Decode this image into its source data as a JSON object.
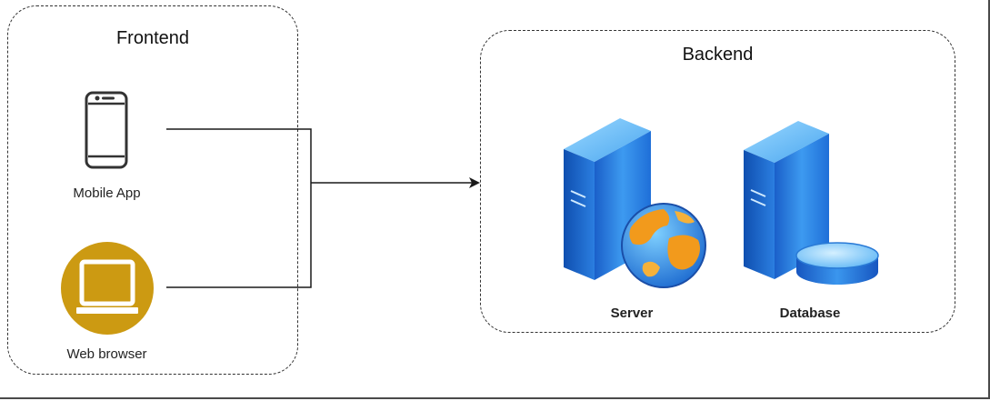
{
  "diagram": {
    "frontend": {
      "title": "Frontend",
      "nodes": [
        {
          "label": "Mobile App",
          "icon": "mobile-phone-icon"
        },
        {
          "label": "Web browser",
          "icon": "monitor-icon"
        }
      ]
    },
    "backend": {
      "title": "Backend",
      "nodes": [
        {
          "label": "Server",
          "icon": "server-globe-icon"
        },
        {
          "label": "Database",
          "icon": "server-database-icon"
        }
      ]
    },
    "connector": {
      "from": [
        "Mobile App",
        "Web browser"
      ],
      "to": "Backend",
      "arrow": true
    }
  },
  "colors": {
    "border": "#333333",
    "browser_circle": "#cc9a12",
    "server_blue": "#2a7ad6",
    "globe_orange": "#f29a1c"
  }
}
